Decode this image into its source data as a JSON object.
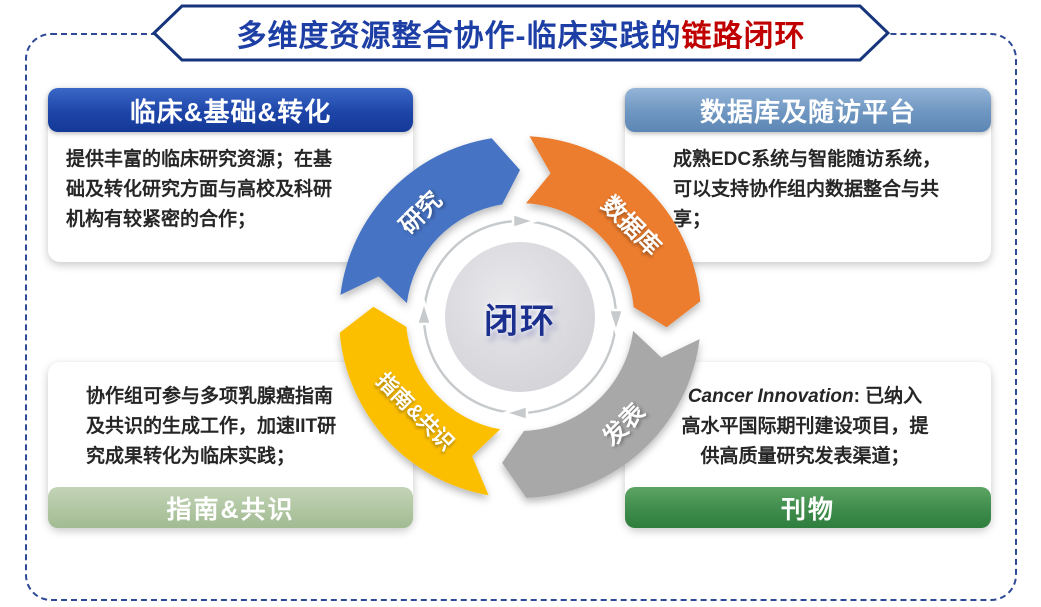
{
  "title": {
    "main": "多维度资源整合协作-临床实践的",
    "highlight": "链路闭环"
  },
  "cards": {
    "top_left": {
      "header": "临床&基础&转化",
      "body": "提供丰富的临床研究资源；在基\n础及转化研究方面与高校及科研\n机构有较紧密的合作；"
    },
    "top_right": {
      "header": "数据库及随访平台",
      "body": "成熟EDC系统与智能随访系统，\n可以支持协作组内数据整合与共\n享；"
    },
    "bottom_left": {
      "footer": "指南&共识",
      "body": "协作组可参与多项乳腺癌指南\n及共识的生成工作，加速IIT研\n究成果转化为临床实践；"
    },
    "bottom_right": {
      "footer": "刊物",
      "journal": "Cancer Innovation",
      "body_rest": ": 已纳入\n高水平国际期刊建设项目，提\n供高质量研究发表渠道；"
    }
  },
  "cycle": {
    "center_label": "闭环",
    "flow_direction": "clockwise",
    "segments": [
      {
        "label": "研究",
        "color": "#4673c4",
        "position": "top-left"
      },
      {
        "label": "数据库",
        "color": "#ec7d2e",
        "position": "top-right"
      },
      {
        "label": "发表",
        "color": "#a8a8a8",
        "position": "bottom-right"
      },
      {
        "label": "指南&共识",
        "color": "#fcbf05",
        "position": "bottom-left"
      }
    ]
  },
  "colors": {
    "title_blue": "#1d3fa5",
    "title_red": "#c00000",
    "frame_dash": "#2e4a96",
    "header_top_left": "#1d45a8",
    "header_top_right": "#6e96c1",
    "footer_bottom_left": "#b0c6a2",
    "footer_bottom_right": "#3f8c4c"
  }
}
